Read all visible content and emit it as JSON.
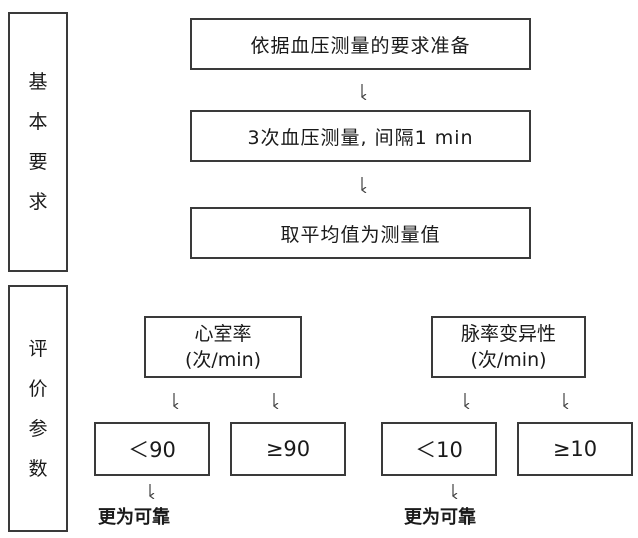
{
  "sections": {
    "basic": [
      "基",
      "本",
      "要",
      "求"
    ],
    "eval": [
      "评",
      "价",
      "参",
      "数"
    ]
  },
  "steps": [
    "依据血压测量的要求准备",
    "3次血压测量, 间隔1 min",
    "取平均值为测量值"
  ],
  "params": {
    "heart_rate": {
      "title": "心室率",
      "unit": "(次/min)",
      "low": "＜90",
      "high": "≥90",
      "note": "更为可靠"
    },
    "pulse_var": {
      "title": "脉率变异性",
      "unit": "(次/min)",
      "low": "＜10",
      "high": "≥10",
      "note": "更为可靠"
    }
  }
}
